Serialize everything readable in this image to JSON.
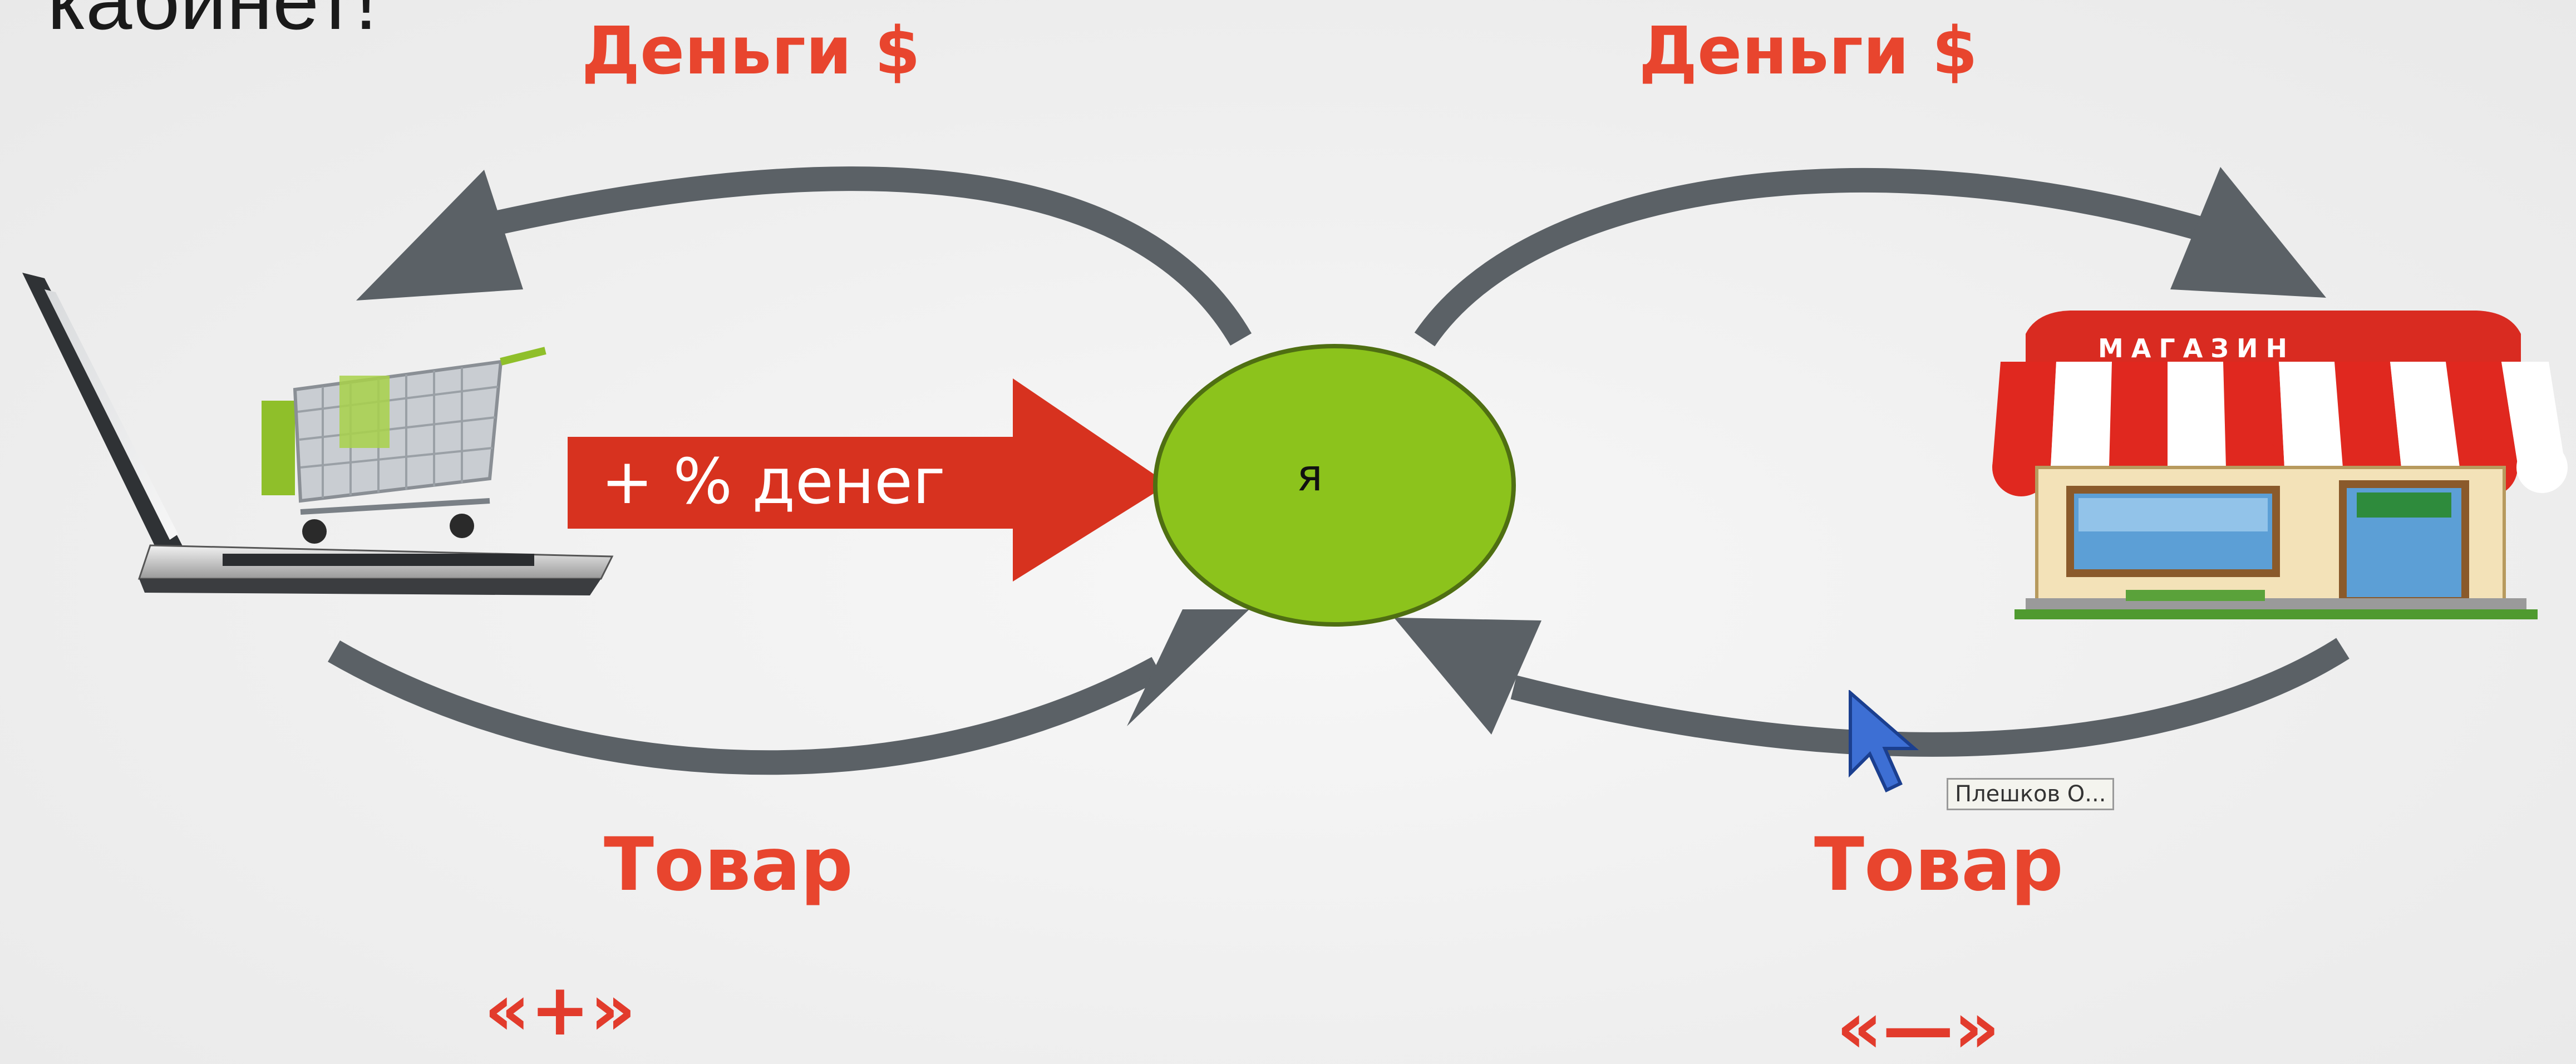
{
  "heading": "кабинет!",
  "labels": {
    "money_left": "Деньги $",
    "money_right": "Деньги $",
    "goods_left": "Товар",
    "goods_right": "Товар",
    "plus_sign": "«+»",
    "minus_sign": "«—»",
    "percent_money": "+ % денег",
    "me": "я"
  },
  "shop": {
    "sign_text": "МАГАЗИН"
  },
  "cursor_tooltip": "Плешков О...",
  "icons": {
    "left": "laptop-with-shopping-cart-icon",
    "right": "shop-storefront-icon",
    "center": "me-circle",
    "pointer": "mouse-cursor-icon"
  },
  "colors": {
    "arrow_gray": "#5b6166",
    "label_red": "#e8452e",
    "percent_arrow": "#d7321f",
    "me_circle": "#8cc31c",
    "background": "#efefef"
  }
}
